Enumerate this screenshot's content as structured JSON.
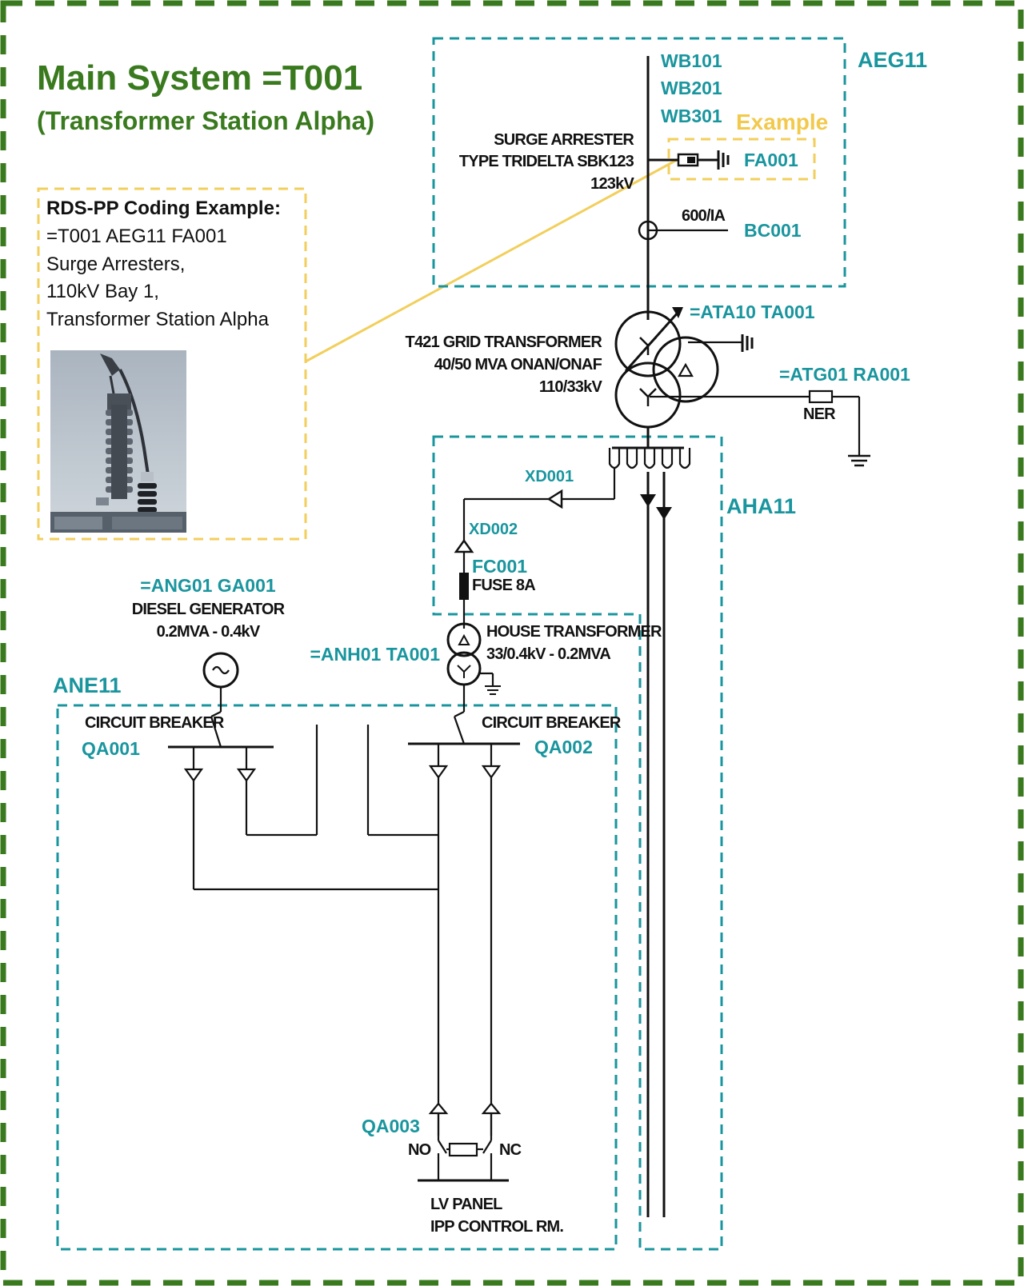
{
  "title": {
    "main": "Main System =T001",
    "sub": "(Transformer Station Alpha)"
  },
  "example_box": {
    "heading": "RDS-PP Coding Example:",
    "lines": [
      "=T001 AEG11 FA001",
      "Surge Arresters,",
      "110kV Bay 1,",
      "Transformer Station Alpha"
    ],
    "tag": "Example"
  },
  "areas": {
    "aeg11": "AEG11",
    "aha11": "AHA11",
    "ane11": "ANE11"
  },
  "busbars": [
    "WB101",
    "WB201",
    "WB301"
  ],
  "surge_arrester": {
    "line1": "SURGE ARRESTER",
    "line2": "TYPE TRIDELTA SBK123",
    "line3": "123kV",
    "code": "FA001"
  },
  "current_transformer": {
    "rating": "600/IA",
    "code": "BC001"
  },
  "grid_transformer": {
    "code": "=ATA10 TA001",
    "line1": "T421 GRID TRANSFORMER",
    "line2": "40/50 MVA ONAN/ONAF",
    "line3": "110/33kV"
  },
  "ner": {
    "code": "=ATG01 RA001",
    "label": "NER"
  },
  "connectors": {
    "xd001": "XD001",
    "xd002": "XD002"
  },
  "fuse": {
    "code": "FC001",
    "label": "FUSE 8A"
  },
  "house_transformer": {
    "code": "=ANH01 TA001",
    "line1": "HOUSE TRANSFORMER",
    "line2": "33/0.4kV - 0.2MVA"
  },
  "diesel_generator": {
    "code": "=ANG01 GA001",
    "line1": "DIESEL GENERATOR",
    "line2": "0.2MVA - 0.4kV"
  },
  "breakers": {
    "qa001_label": "CIRCUIT BREAKER",
    "qa001_code": "QA001",
    "qa002_label": "CIRCUIT BREAKER",
    "qa002_code": "QA002",
    "qa003_code": "QA003",
    "no": "NO",
    "nc": "NC"
  },
  "lv_panel": {
    "line1": "LV PANEL",
    "line2": "IPP CONTROL RM."
  },
  "colors": {
    "title_green": "#3a7a1f",
    "code_teal": "#19959e",
    "example_yellow": "#f2c94c"
  }
}
